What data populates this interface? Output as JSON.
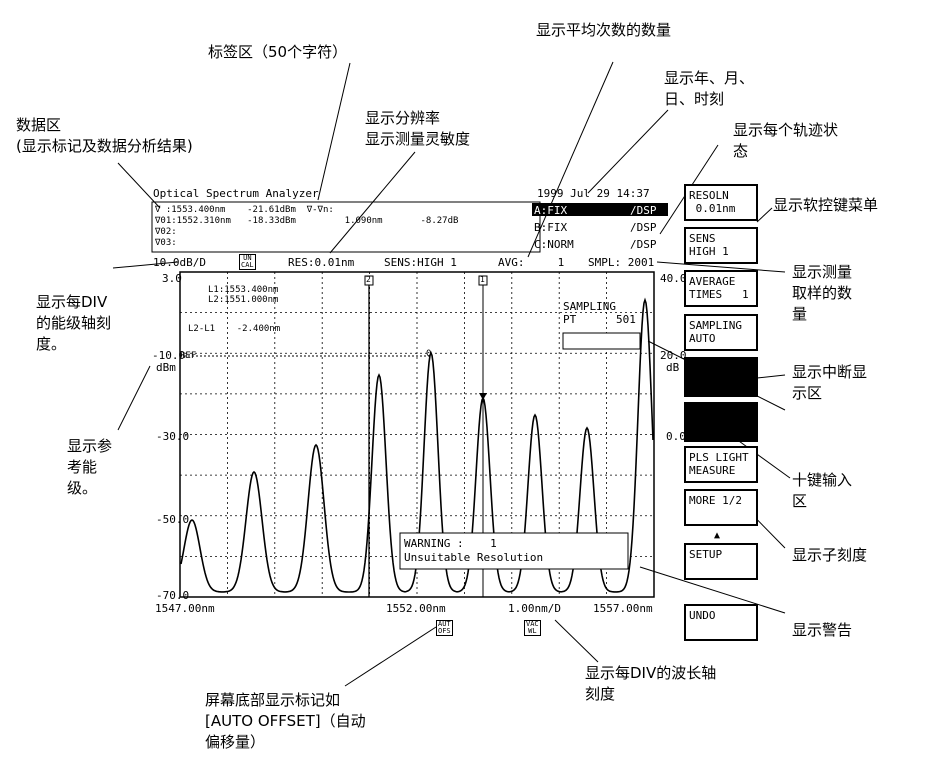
{
  "screen": {
    "title": "Optical Spectrum Analyzer",
    "datetime": "1999 Jul 29 14:37",
    "data_area": [
      "∇ :1553.400nm    -21.61dBm  ∇-∇n:",
      "∇01:1552.310nm   -18.33dBm         1.090nm       -8.27dB",
      "∇02:",
      "∇03:"
    ],
    "traces": [
      {
        "label": "A:FIX",
        "status": "/DSP"
      },
      {
        "label": "B:FIX",
        "status": "/DSP"
      },
      {
        "label": "C:NORM",
        "status": "/DSP"
      }
    ],
    "level_scale": "10.0dB/D",
    "uncal": "UN\nCAL",
    "resolution": "RES:0.01nm",
    "sensitivity": "SENS:HIGH 1",
    "average": "AVG:     1",
    "sampling": "SMPL: 2001",
    "y_left_ticks": [
      "3.0",
      "-10.0",
      "-30.0",
      "-50.0",
      "-70.0"
    ],
    "ref_label": "REF",
    "unit_dbm": "dBm",
    "y_right_ticks": [
      "40.0",
      "20.0",
      "0.0"
    ],
    "unit_db": "dB",
    "line_markers": [
      "L1:1553.400nm",
      "L2:1551.000nm"
    ],
    "line_diff": "L2-L1    -2.400nm",
    "marker_labels": [
      "2",
      "1"
    ],
    "marker_point": "0",
    "sampling_status": "SAMPLING\nPT      501",
    "warning": "WARNING :    1\nUnsuitable Resolution",
    "x_left": "1547.00nm",
    "x_center": "1552.00nm",
    "x_scale": "1.00nm/D",
    "x_right": "1557.00nm",
    "aut_ofs": "AUT\nOFS",
    "vac_wl": "VAC\nWL",
    "softkeys": {
      "resoln": "RESOLN\n 0.01nm",
      "sens": "SENS\nHIGH 1",
      "average": "AVERAGE\nTIMES   1",
      "sampling": "SAMPLING\nAUTO",
      "pls": "PLS LIGHT\nMEASURE",
      "more": "MORE 1/2",
      "setup": "SETUP",
      "undo": "UNDO"
    },
    "more_arrow": "▲"
  },
  "annotations": {
    "label_area": "标签区（50个字符）",
    "data_area": "数据区\n(显示标记及数据分析结果)",
    "resolution": "显示分辨率\n显示测量灵敏度",
    "avg_count": "显示平均次数的数量",
    "datetime": "显示年、月、\n日、时刻",
    "trace_status": "显示每个轨迹状\n态",
    "softkey_menu": "显示软控键菜单",
    "sampling_count": "显示测量\n取样的数\n量",
    "level_div": "显示每DIV\n的能级轴刻\n度。",
    "interrupt": "显示中断显\n示区",
    "ref_level": "显示参\n考能\n级。",
    "ten_key": "十键输入\n区",
    "sub_scale": "显示子刻度",
    "warning": "显示警告",
    "bottom_marker": "屏幕底部显示标记如\n[AUTO OFFSET]（自动\n偏移量）",
    "wavelength_div": "显示每DIV的波长轴\n刻度"
  }
}
